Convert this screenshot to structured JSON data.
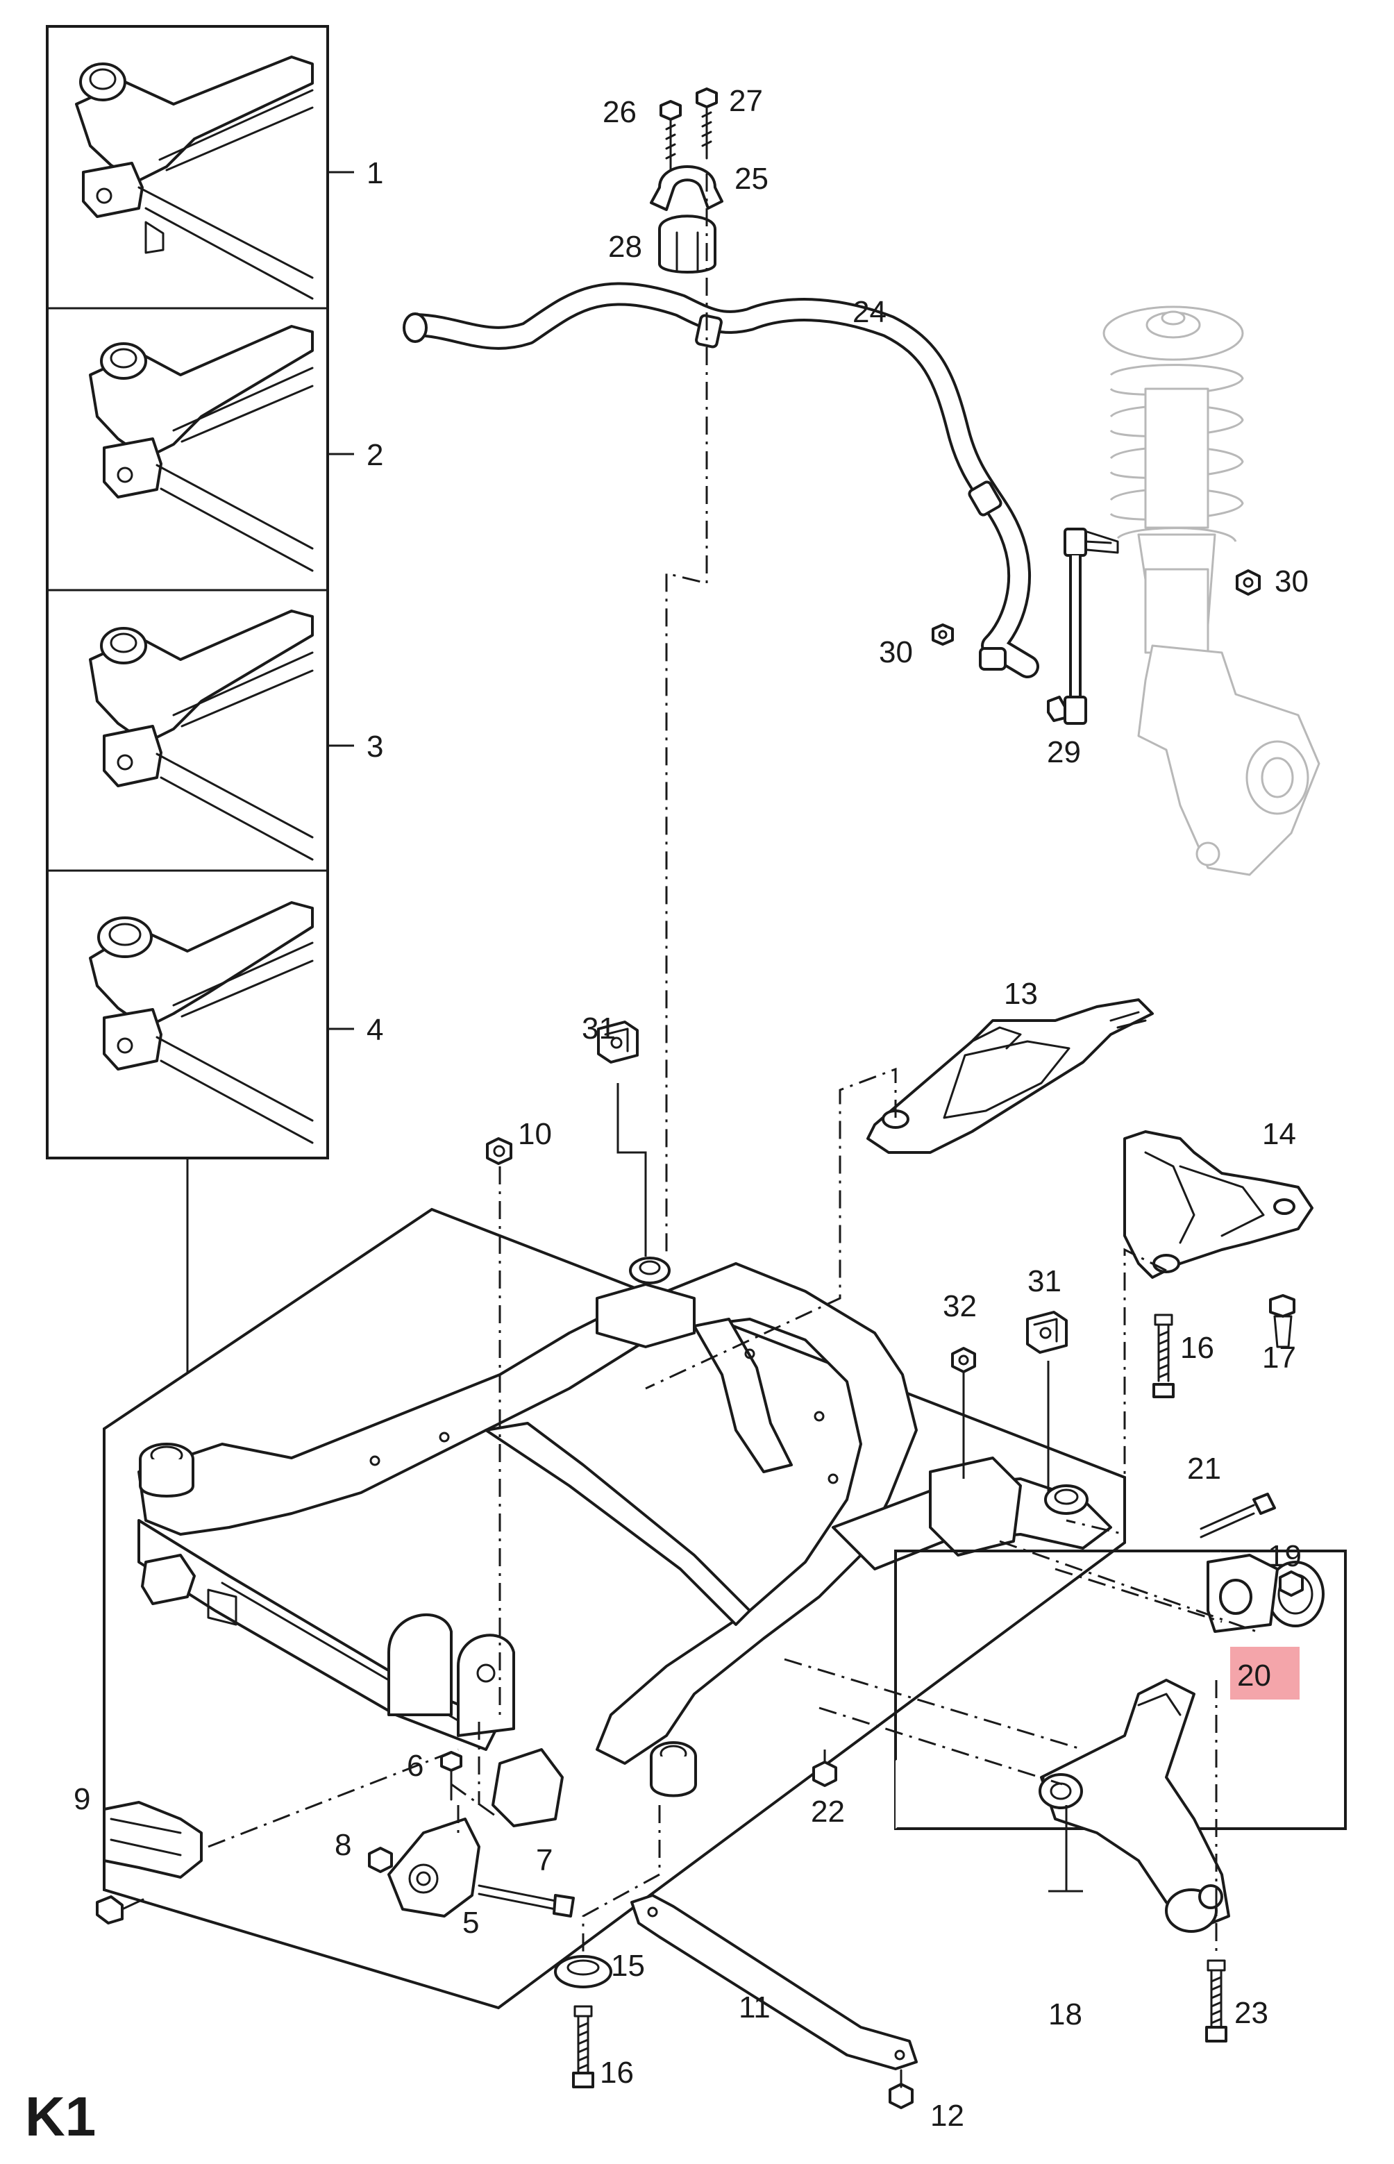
{
  "diagram": {
    "page_code": "K1",
    "highlight_color": "#f4a5aa",
    "callouts": {
      "c1": "1",
      "c2": "2",
      "c3": "3",
      "c4": "4",
      "c5": "5",
      "c6": "6",
      "c7": "7",
      "c8": "8",
      "c9": "9",
      "c10": "10",
      "c11": "11",
      "c12": "12",
      "c13": "13",
      "c14": "14",
      "c15": "15",
      "c16a": "16",
      "c16b": "16",
      "c17": "17",
      "c18": "18",
      "c19": "19",
      "c20": "20",
      "c21": "21",
      "c22": "22",
      "c23": "23",
      "c24": "24",
      "c25": "25",
      "c26": "26",
      "c27": "27",
      "c28": "28",
      "c29": "29",
      "c30a": "30",
      "c30b": "30",
      "c31a": "31",
      "c31b": "31",
      "c32": "32"
    }
  }
}
